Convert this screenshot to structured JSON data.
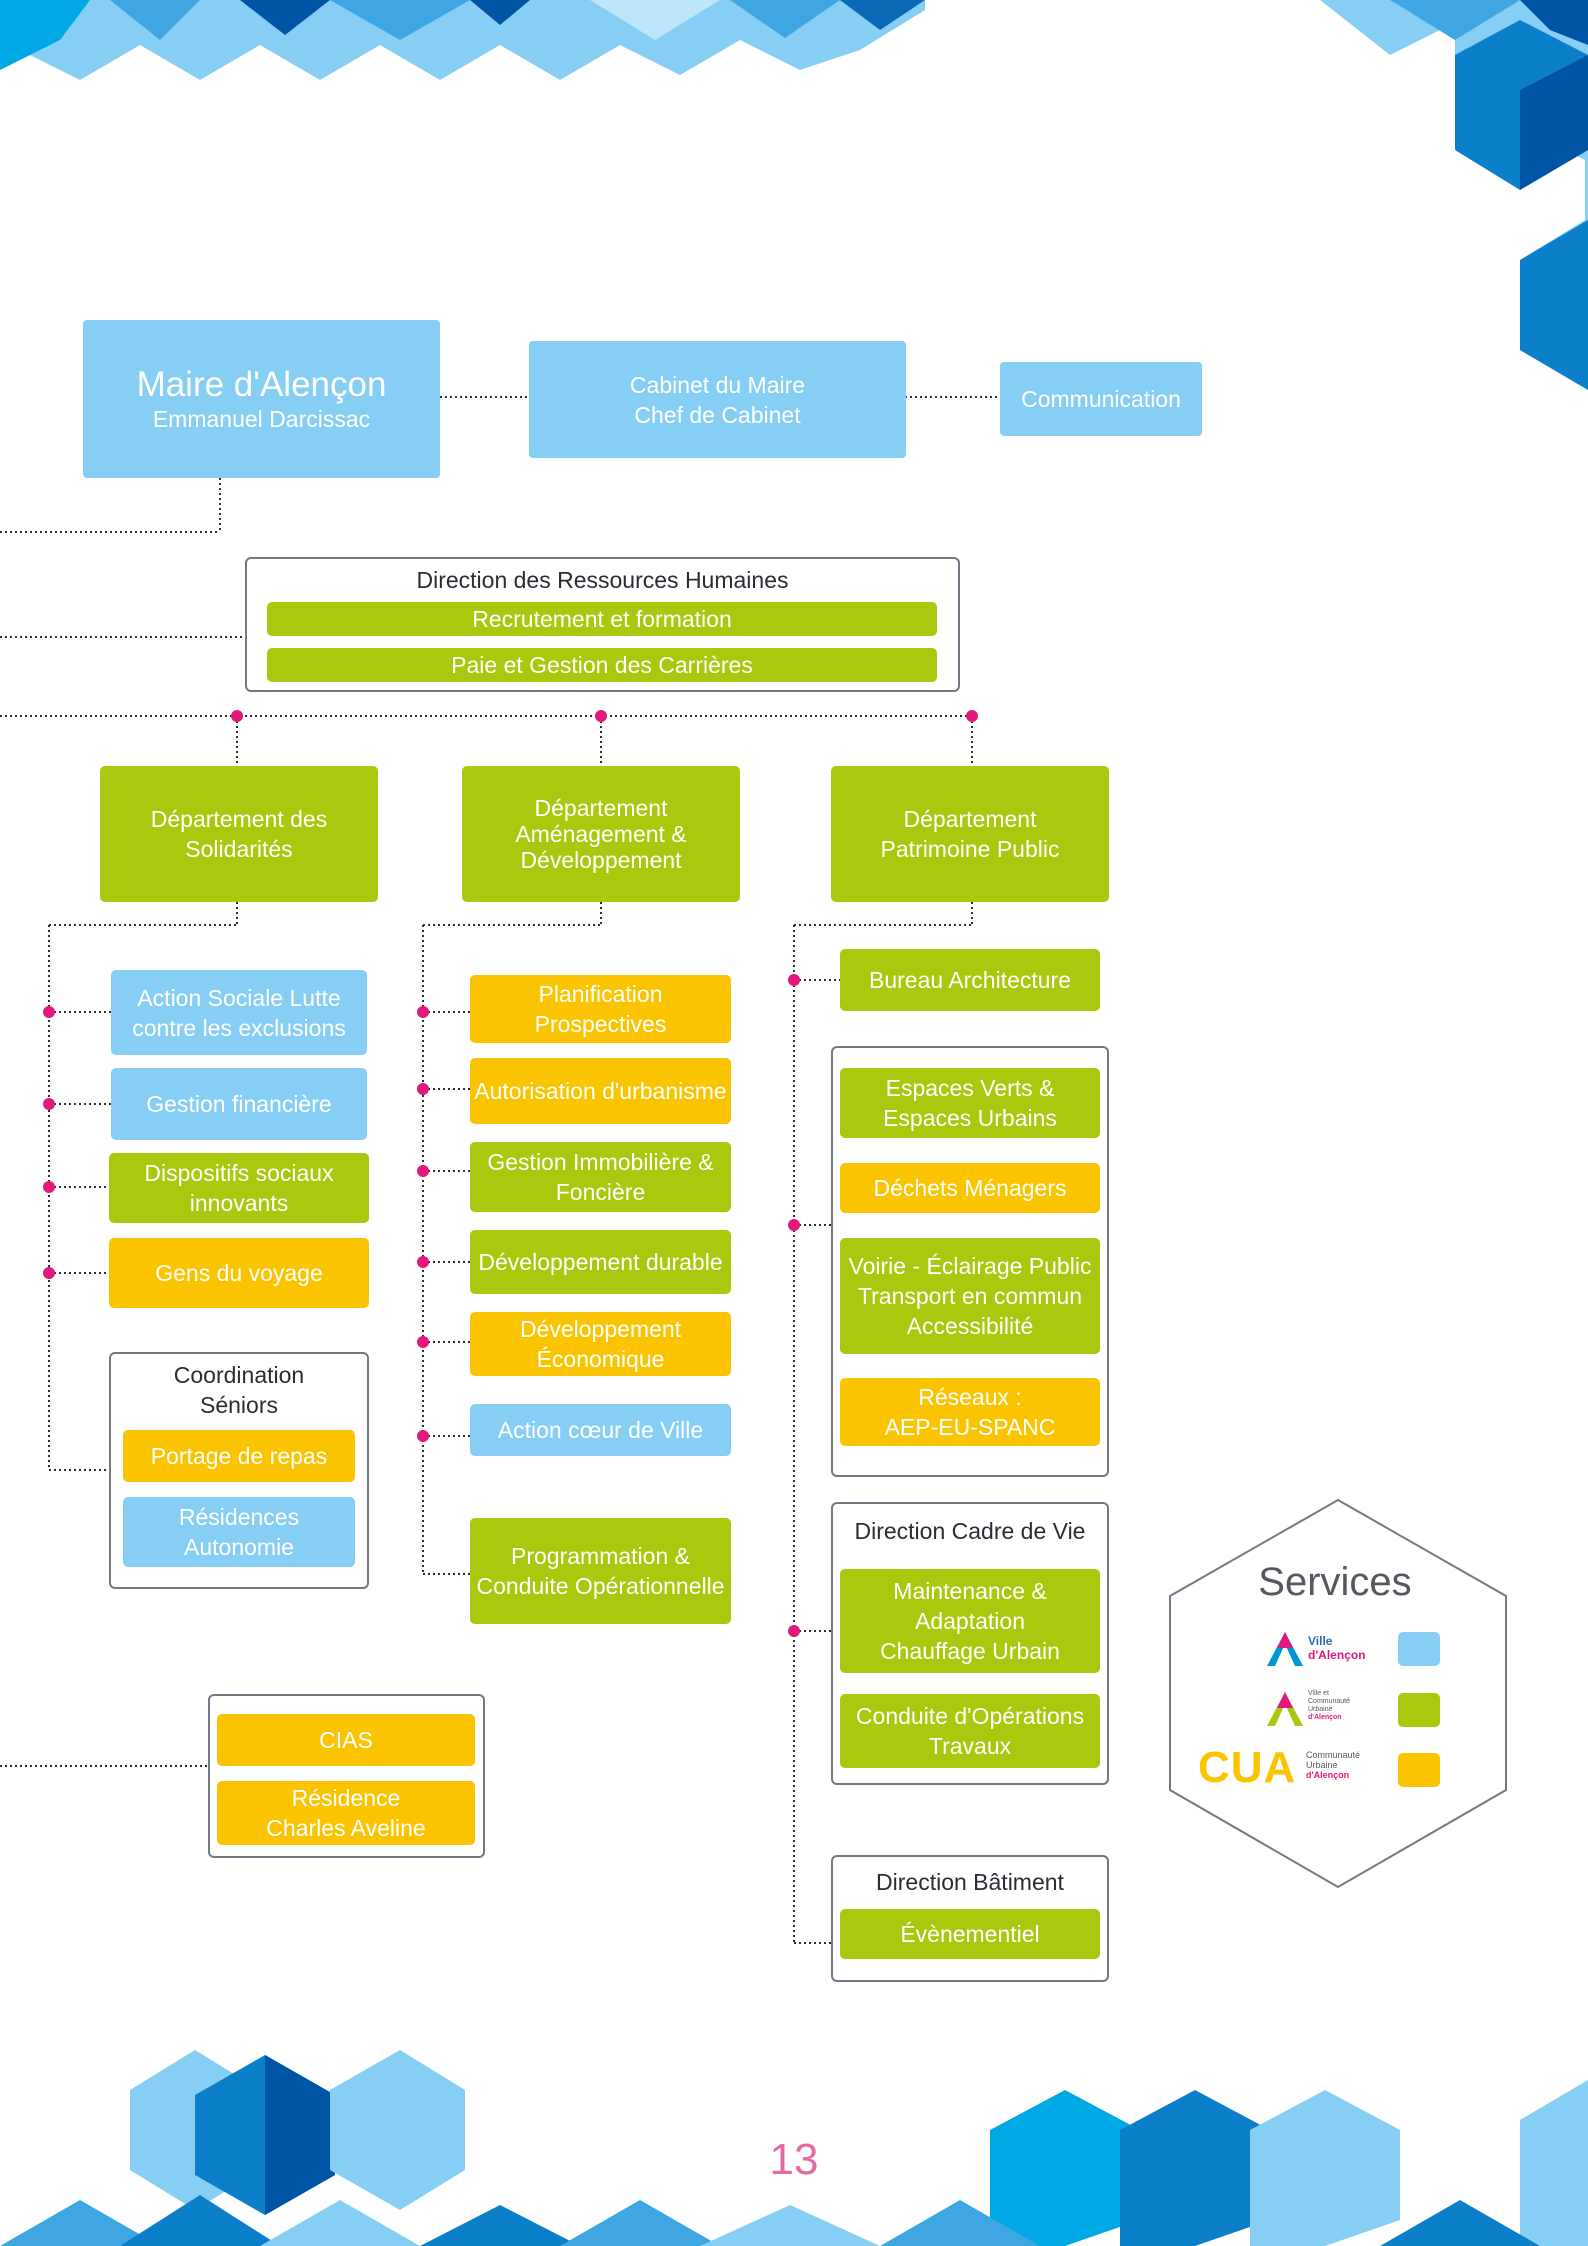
{
  "colors": {
    "ville": "#86cef3",
    "mutualise": "#abc80f",
    "cua": "#fbc400",
    "connector": "#2c2c34",
    "dot": "#e0197b",
    "frame": "#6f7a85"
  },
  "maire": {
    "title": "Maire d'Alençon",
    "name": "Emmanuel Darcissac"
  },
  "cabinet": {
    "line1": "Cabinet du Maire",
    "line2": "Chef de Cabinet"
  },
  "communication": "Communication",
  "drh": {
    "title": "Direction des Ressources Humaines",
    "items": [
      "Recrutement et formation",
      "Paie et Gestion des Carrières"
    ]
  },
  "departments": [
    {
      "lines": [
        "Département des",
        "Solidarités"
      ],
      "services": [
        {
          "lines": [
            "Action Sociale Lutte",
            "contre les exclusions"
          ],
          "color": "blue"
        },
        {
          "lines": [
            "Gestion financière"
          ],
          "color": "blue"
        },
        {
          "lines": [
            "Dispositifs sociaux",
            "innovants"
          ],
          "color": "green"
        },
        {
          "lines": [
            "Gens du voyage"
          ],
          "color": "yellow"
        }
      ],
      "group": {
        "title_lines": [
          "Coordination",
          "Séniors"
        ],
        "items": [
          {
            "lines": [
              "Portage de repas"
            ],
            "color": "yellow"
          },
          {
            "lines": [
              "Résidences",
              "Autonomie"
            ],
            "color": "blue"
          }
        ]
      }
    },
    {
      "lines": [
        "Département",
        "Aménagement &",
        "Développement"
      ],
      "services": [
        {
          "lines": [
            "Planification",
            "Prospectives"
          ],
          "color": "yellow"
        },
        {
          "lines": [
            "Autorisation d'urbanisme"
          ],
          "color": "yellow"
        },
        {
          "lines": [
            "Gestion Immobilière &",
            "Foncière"
          ],
          "color": "green"
        },
        {
          "lines": [
            "Développement durable"
          ],
          "color": "green"
        },
        {
          "lines": [
            "Développement",
            "Économique"
          ],
          "color": "yellow"
        },
        {
          "lines": [
            "Action cœur de Ville"
          ],
          "color": "blue"
        },
        {
          "lines": [
            "Programmation &",
            "Conduite Opérationnelle"
          ],
          "color": "green"
        }
      ]
    },
    {
      "lines": [
        "Département",
        "Patrimoine Public"
      ],
      "bureau": "Bureau Architecture",
      "group1": [
        {
          "lines": [
            "Espaces Verts &",
            "Espaces Urbains"
          ],
          "color": "green"
        },
        {
          "lines": [
            "Déchets Ménagers"
          ],
          "color": "yellow"
        },
        {
          "lines": [
            "Voirie - Éclairage Public",
            "Transport en commun",
            "Accessibilité"
          ],
          "color": "green"
        },
        {
          "lines": [
            "Réseaux :",
            "AEP-EU-SPANC"
          ],
          "color": "yellow"
        }
      ],
      "cadre_de_vie": {
        "title": "Direction Cadre de Vie",
        "items": [
          {
            "lines": [
              "Maintenance &",
              "Adaptation",
              "Chauffage Urbain"
            ],
            "color": "green"
          },
          {
            "lines": [
              "Conduite d'Opérations",
              "Travaux"
            ],
            "color": "green"
          }
        ]
      },
      "batiment": {
        "title": "Direction Bâtiment",
        "items": [
          {
            "lines": [
              "Évènementiel"
            ],
            "color": "green"
          }
        ]
      }
    }
  ],
  "cias": {
    "items": [
      {
        "lines": [
          "CIAS"
        ],
        "color": "yellow"
      },
      {
        "lines": [
          "Résidence",
          "Charles Aveline"
        ],
        "color": "yellow"
      }
    ]
  },
  "legend": {
    "title": "Services",
    "rows": [
      {
        "logo_lines": [
          "Ville",
          "d'Alençon"
        ],
        "color": "blue"
      },
      {
        "logo_lines": [
          "Ville et",
          "Communauté",
          "Urbaine",
          "d'Alençon"
        ],
        "color": "green"
      },
      {
        "logo_word": "CUA",
        "logo_lines": [
          "Communauté",
          "Urbaine",
          "d'Alençon"
        ],
        "color": "yellow"
      }
    ]
  },
  "page_number": "13"
}
